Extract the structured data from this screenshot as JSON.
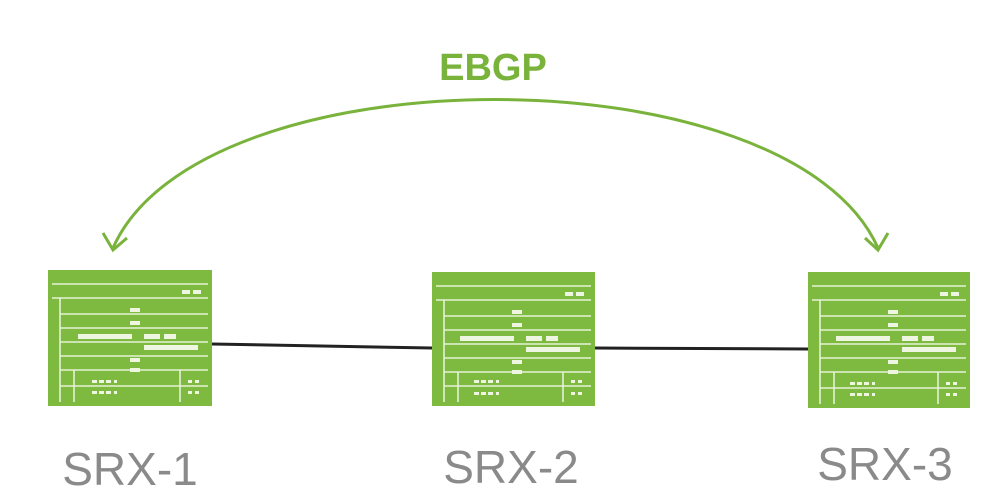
{
  "diagram": {
    "protocol_label": "EBGP",
    "colors": {
      "accent": "#7ab33c",
      "device_fill": "#7dba3f",
      "device_line": "#e6f2d6",
      "link": "#222222",
      "label": "#8a8a8a"
    },
    "devices": [
      {
        "id": "srx1",
        "label": "SRX-1",
        "icon": "router-chassis-icon"
      },
      {
        "id": "srx2",
        "label": "SRX-2",
        "icon": "router-chassis-icon"
      },
      {
        "id": "srx3",
        "label": "SRX-3",
        "icon": "router-chassis-icon"
      }
    ],
    "links": [
      {
        "from": "srx1",
        "to": "srx2",
        "kind": "physical-link"
      },
      {
        "from": "srx2",
        "to": "srx3",
        "kind": "physical-link"
      }
    ],
    "sessions": [
      {
        "from": "srx1",
        "to": "srx3",
        "label_ref": "protocol_label",
        "kind": "ebgp-peering-arc"
      }
    ]
  }
}
